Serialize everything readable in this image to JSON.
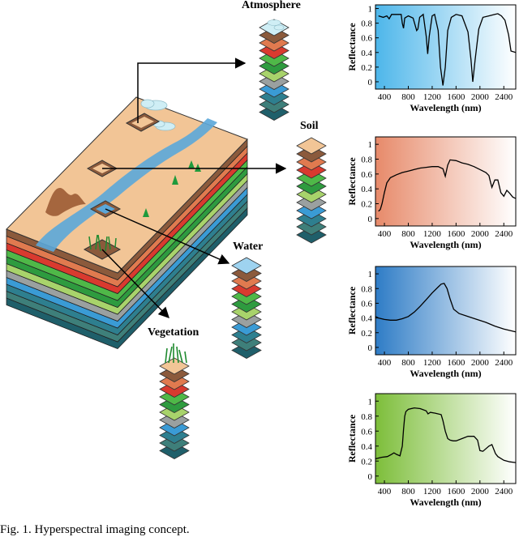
{
  "labels": {
    "atmosphere": "Atmosphere",
    "soil": "Soil",
    "water": "Water",
    "vegetation": "Vegetation"
  },
  "caption": "Fig. 1.   Hyperspectral imaging concept.",
  "colors": {
    "layers": [
      "#8B5A3C",
      "#E07A4F",
      "#D93A2F",
      "#4FB848",
      "#2E9B3F",
      "#A8D36B",
      "#9AA0A0",
      "#3A9BD5",
      "#2E7F8F",
      "#3E7F7A",
      "#1F5F6A"
    ],
    "terrain": "#F2C596",
    "river": "#5BA7D9",
    "atmosphere_gradient": [
      "#4DB6EA",
      "#ffffff"
    ],
    "soil_gradient": [
      "#E78A6A",
      "#ffffff"
    ],
    "water_gradient": [
      "#2E7CC6",
      "#ffffff"
    ],
    "vegetation_gradient": [
      "#7DBE3A",
      "#ffffff"
    ]
  },
  "icons": [
    "cloud-icon",
    "tree-icon",
    "grass-icon",
    "mountain-icon",
    "arrow-icon"
  ],
  "chart_data": [
    {
      "type": "line",
      "name": "atmosphere",
      "xlabel": "Wavelength (nm)",
      "ylabel": "Reflectance",
      "xlim": [
        250,
        2600
      ],
      "ylim": [
        -0.1,
        1.05
      ],
      "xticks": [
        400,
        800,
        1200,
        1600,
        2000,
        2400
      ],
      "yticks": [
        0,
        0.2,
        0.4,
        0.6,
        0.8,
        1
      ],
      "series": [
        {
          "x": [
            300,
            380,
            440,
            480,
            520,
            600,
            680,
            700,
            720,
            740,
            800,
            880,
            940,
            960,
            990,
            1050,
            1100,
            1125,
            1150,
            1200,
            1240,
            1300,
            1340,
            1380,
            1420,
            1460,
            1520,
            1600,
            1700,
            1800,
            1850,
            1880,
            1920,
            1980,
            2050,
            2150,
            2250,
            2300,
            2360,
            2420,
            2480,
            2520,
            2600
          ],
          "y": [
            0.9,
            0.88,
            0.9,
            0.86,
            0.92,
            0.92,
            0.92,
            0.8,
            0.73,
            0.87,
            0.9,
            0.87,
            0.7,
            0.72,
            0.88,
            0.92,
            0.62,
            0.38,
            0.62,
            0.9,
            0.92,
            0.7,
            0.2,
            -0.05,
            0.2,
            0.7,
            0.88,
            0.92,
            0.9,
            0.68,
            0.3,
            0.0,
            0.3,
            0.72,
            0.88,
            0.9,
            0.92,
            0.93,
            0.9,
            0.84,
            0.64,
            0.42,
            0.4
          ]
        }
      ]
    },
    {
      "type": "line",
      "name": "soil",
      "xlabel": "Wavelength (nm)",
      "ylabel": "Reflectance",
      "xlim": [
        250,
        2600
      ],
      "ylim": [
        -0.1,
        1.1
      ],
      "xticks": [
        400,
        800,
        1200,
        1600,
        2000,
        2400
      ],
      "yticks": [
        0,
        0.2,
        0.4,
        0.6,
        0.8,
        1
      ],
      "series": [
        {
          "x": [
            300,
            330,
            360,
            400,
            440,
            500,
            600,
            700,
            800,
            900,
            1000,
            1100,
            1200,
            1300,
            1380,
            1420,
            1460,
            1500,
            1600,
            1700,
            1800,
            1900,
            2000,
            2100,
            2150,
            2180,
            2200,
            2250,
            2300,
            2350,
            2400,
            2450,
            2500,
            2550,
            2600
          ],
          "y": [
            0.1,
            0.12,
            0.2,
            0.35,
            0.48,
            0.55,
            0.59,
            0.62,
            0.64,
            0.66,
            0.68,
            0.69,
            0.7,
            0.7,
            0.67,
            0.57,
            0.72,
            0.79,
            0.78,
            0.75,
            0.73,
            0.7,
            0.66,
            0.62,
            0.58,
            0.48,
            0.42,
            0.52,
            0.52,
            0.35,
            0.3,
            0.38,
            0.34,
            0.29,
            0.27
          ]
        }
      ]
    },
    {
      "type": "line",
      "name": "water",
      "xlabel": "Wavelength (nm)",
      "ylabel": "Reflectance",
      "xlim": [
        250,
        2600
      ],
      "ylim": [
        -0.1,
        1.1
      ],
      "xticks": [
        400,
        800,
        1200,
        1600,
        2000,
        2400
      ],
      "yticks": [
        0,
        0.2,
        0.4,
        0.6,
        0.8,
        1
      ],
      "series": [
        {
          "x": [
            250,
            300,
            400,
            500,
            600,
            700,
            800,
            900,
            1000,
            1100,
            1200,
            1300,
            1350,
            1400,
            1450,
            1500,
            1560,
            1650,
            1800,
            1950,
            2100,
            2250,
            2400,
            2550,
            2600
          ],
          "y": [
            0.42,
            0.4,
            0.38,
            0.37,
            0.37,
            0.39,
            0.42,
            0.48,
            0.56,
            0.65,
            0.74,
            0.82,
            0.86,
            0.87,
            0.8,
            0.66,
            0.52,
            0.46,
            0.42,
            0.38,
            0.34,
            0.29,
            0.25,
            0.22,
            0.21
          ]
        }
      ]
    },
    {
      "type": "line",
      "name": "vegetation",
      "xlabel": "Wavelength (nm)",
      "ylabel": "Reflectance",
      "xlim": [
        250,
        2600
      ],
      "ylim": [
        -0.1,
        1.1
      ],
      "xticks": [
        400,
        800,
        1200,
        1600,
        2000,
        2400
      ],
      "yticks": [
        0,
        0.2,
        0.4,
        0.6,
        0.8,
        1
      ],
      "series": [
        {
          "x": [
            250,
            350,
            450,
            520,
            560,
            600,
            660,
            700,
            720,
            740,
            760,
            800,
            900,
            1000,
            1100,
            1130,
            1170,
            1250,
            1350,
            1380,
            1420,
            1460,
            1500,
            1550,
            1600,
            1700,
            1800,
            1900,
            1960,
            2000,
            2050,
            2150,
            2200,
            2260,
            2300,
            2400,
            2500,
            2600
          ],
          "y": [
            0.23,
            0.25,
            0.26,
            0.29,
            0.31,
            0.29,
            0.27,
            0.4,
            0.62,
            0.8,
            0.86,
            0.89,
            0.91,
            0.9,
            0.87,
            0.83,
            0.85,
            0.84,
            0.82,
            0.74,
            0.6,
            0.5,
            0.48,
            0.47,
            0.47,
            0.5,
            0.53,
            0.53,
            0.48,
            0.34,
            0.33,
            0.4,
            0.42,
            0.3,
            0.26,
            0.21,
            0.19,
            0.18
          ]
        }
      ]
    }
  ]
}
